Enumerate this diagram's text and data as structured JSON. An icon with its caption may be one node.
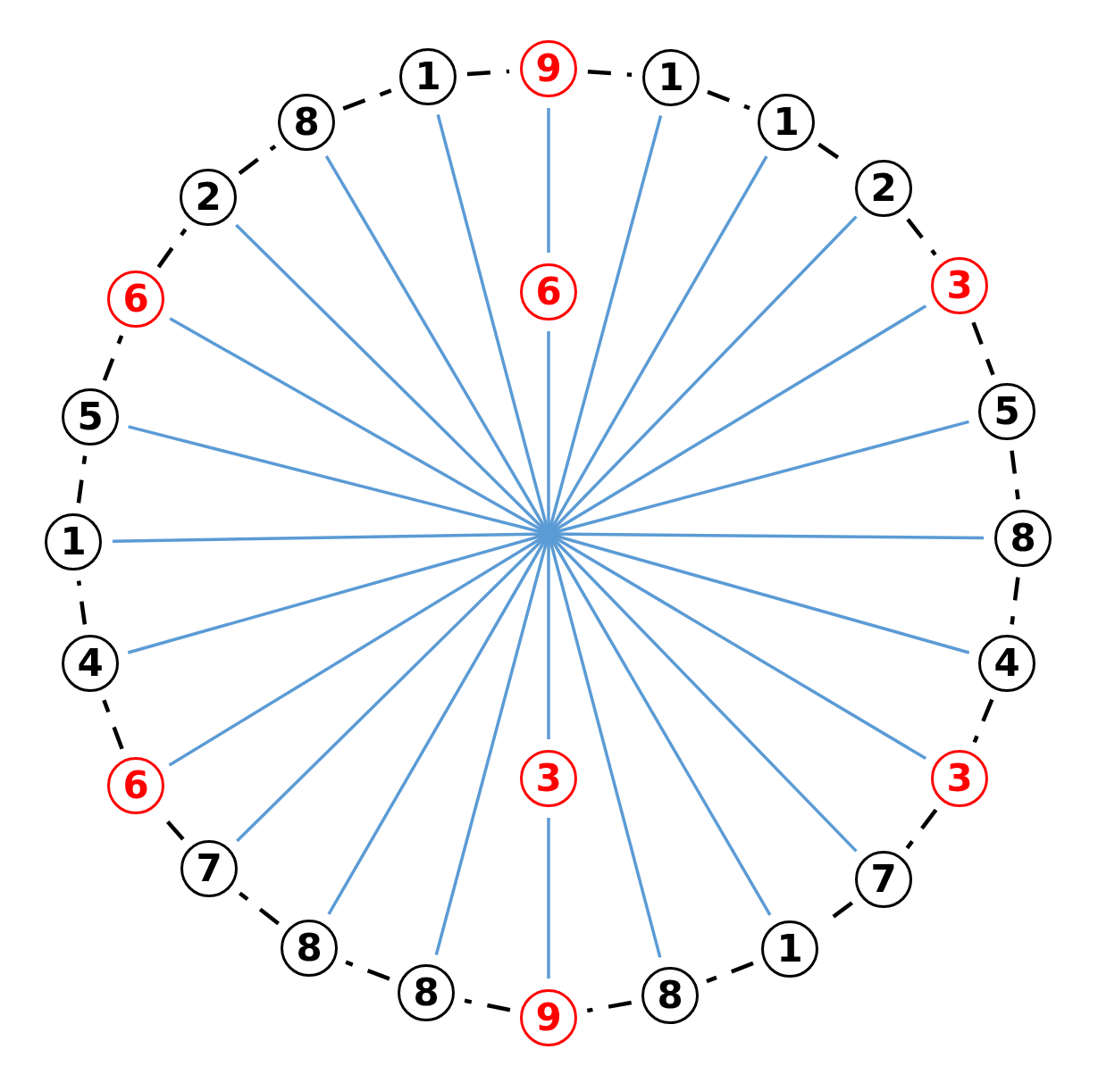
{
  "diagram": {
    "nodes": [
      {
        "text": [
          "9"
        ]
      },
      {
        "text": [
          "1"
        ]
      },
      {
        "text": [
          "1"
        ]
      },
      {
        "text": [
          "2"
        ]
      },
      {
        "text": [
          "3"
        ]
      },
      {
        "text": [
          "5"
        ]
      },
      {
        "text": [
          "8"
        ]
      },
      {
        "text": [
          "4"
        ]
      },
      {
        "text": [
          "3"
        ]
      },
      {
        "text": [
          "7"
        ]
      },
      {
        "text": [
          "1"
        ]
      },
      {
        "text": [
          "8"
        ]
      },
      {
        "text": [
          "9"
        ]
      },
      {
        "text": [
          "8"
        ]
      },
      {
        "text": [
          "8"
        ]
      },
      {
        "text": [
          "7"
        ]
      },
      {
        "text": [
          "6"
        ]
      },
      {
        "text": [
          "4"
        ]
      },
      {
        "text": [
          "1"
        ]
      },
      {
        "text": [
          "5"
        ]
      },
      {
        "text": [
          "6"
        ]
      },
      {
        "text": [
          "2"
        ]
      },
      {
        "text": [
          "8"
        ]
      },
      {
        "text": [
          "1"
        ]
      },
      {
        "text": [
          "6"
        ]
      },
      {
        "text": [
          "3"
        ]
      }
    ],
    "edges": [
      {
        "from": 0,
        "to": 24,
        "arrow": "none"
      },
      {
        "from": null,
        "to": 24,
        "arrow": "none"
      },
      {
        "from": null,
        "to": 1,
        "arrow": "none"
      },
      {
        "from": null,
        "to": 2,
        "arrow": "none"
      },
      {
        "from": null,
        "to": 3,
        "arrow": "none"
      },
      {
        "from": null,
        "to": 4,
        "arrow": "none"
      },
      {
        "from": null,
        "to": 5,
        "arrow": "none"
      },
      {
        "from": null,
        "to": 6,
        "arrow": "none"
      },
      {
        "from": null,
        "to": 7,
        "arrow": "none"
      },
      {
        "from": null,
        "to": 8,
        "arrow": "none"
      },
      {
        "from": null,
        "to": 9,
        "arrow": "none"
      },
      {
        "from": null,
        "to": 10,
        "arrow": "none"
      },
      {
        "from": null,
        "to": 11,
        "arrow": "none"
      },
      {
        "from": null,
        "to": 25,
        "arrow": "none"
      },
      {
        "from": 12,
        "to": 25,
        "arrow": "none"
      },
      {
        "from": null,
        "to": 13,
        "arrow": "none"
      },
      {
        "from": null,
        "to": 14,
        "arrow": "none"
      },
      {
        "from": null,
        "to": 15,
        "arrow": "none"
      },
      {
        "from": null,
        "to": 16,
        "arrow": "none"
      },
      {
        "from": null,
        "to": 17,
        "arrow": "none"
      },
      {
        "from": null,
        "to": 18,
        "arrow": "none"
      },
      {
        "from": null,
        "to": 19,
        "arrow": "none"
      },
      {
        "from": null,
        "to": 20,
        "arrow": "none"
      },
      {
        "from": null,
        "to": 21,
        "arrow": "none"
      },
      {
        "from": null,
        "to": 22,
        "arrow": "none"
      },
      {
        "from": null,
        "to": 23,
        "arrow": "none"
      },
      {
        "from": 0,
        "to": 1,
        "arrow": "none",
        "style": "dashed",
        "color": "#000000"
      },
      {
        "from": 1,
        "to": 2,
        "arrow": "none",
        "style": "dashed",
        "color": "#000000"
      },
      {
        "from": 2,
        "to": 3,
        "arrow": "none",
        "style": "dashed",
        "color": "#000000"
      },
      {
        "from": 3,
        "to": 4,
        "arrow": "none",
        "style": "dashed",
        "color": "#000000"
      },
      {
        "from": 4,
        "to": 5,
        "arrow": "none",
        "style": "dashed",
        "color": "#000000"
      },
      {
        "from": 5,
        "to": 6,
        "arrow": "none",
        "style": "dashed",
        "color": "#000000"
      },
      {
        "from": 6,
        "to": 7,
        "arrow": "none",
        "style": "dashed",
        "color": "#000000"
      },
      {
        "from": 7,
        "to": 8,
        "arrow": "none",
        "style": "dashed",
        "color": "#000000"
      },
      {
        "from": 8,
        "to": 9,
        "arrow": "none",
        "style": "dashed",
        "color": "#000000"
      },
      {
        "from": 9,
        "to": 10,
        "arrow": "none",
        "style": "dashed",
        "color": "#000000"
      },
      {
        "from": 10,
        "to": 11,
        "arrow": "none",
        "style": "dashed",
        "color": "#000000"
      },
      {
        "from": 11,
        "to": 12,
        "arrow": "none",
        "style": "dashed",
        "color": "#000000"
      },
      {
        "from": 12,
        "to": 13,
        "arrow": "none",
        "style": "dashed",
        "color": "#000000"
      },
      {
        "from": 13,
        "to": 14,
        "arrow": "none",
        "style": "dashed",
        "color": "#000000"
      },
      {
        "from": 14,
        "to": 15,
        "arrow": "none",
        "style": "dashed",
        "color": "#000000"
      },
      {
        "from": 15,
        "to": 16,
        "arrow": "none",
        "style": "dashed",
        "color": "#000000"
      },
      {
        "from": 16,
        "to": 17,
        "arrow": "none",
        "style": "dashed",
        "color": "#000000"
      },
      {
        "from": 17,
        "to": 18,
        "arrow": "none",
        "style": "dashed",
        "color": "#000000"
      },
      {
        "from": 18,
        "to": 19,
        "arrow": "none",
        "style": "dashed",
        "color": "#000000"
      },
      {
        "from": 19,
        "to": 20,
        "arrow": "none",
        "style": "dashed",
        "color": "#000000"
      },
      {
        "from": 20,
        "to": 21,
        "arrow": "none",
        "style": "dashed",
        "color": "#000000"
      },
      {
        "from": 21,
        "to": 22,
        "arrow": "none",
        "style": "dashed",
        "color": "#000000"
      },
      {
        "from": 22,
        "to": 23,
        "arrow": "none",
        "style": "dashed",
        "color": "#000000"
      },
      {
        "from": 23,
        "to": 0,
        "arrow": "none",
        "style": "dashed",
        "color": "#000000"
      }
    ]
  }
}
